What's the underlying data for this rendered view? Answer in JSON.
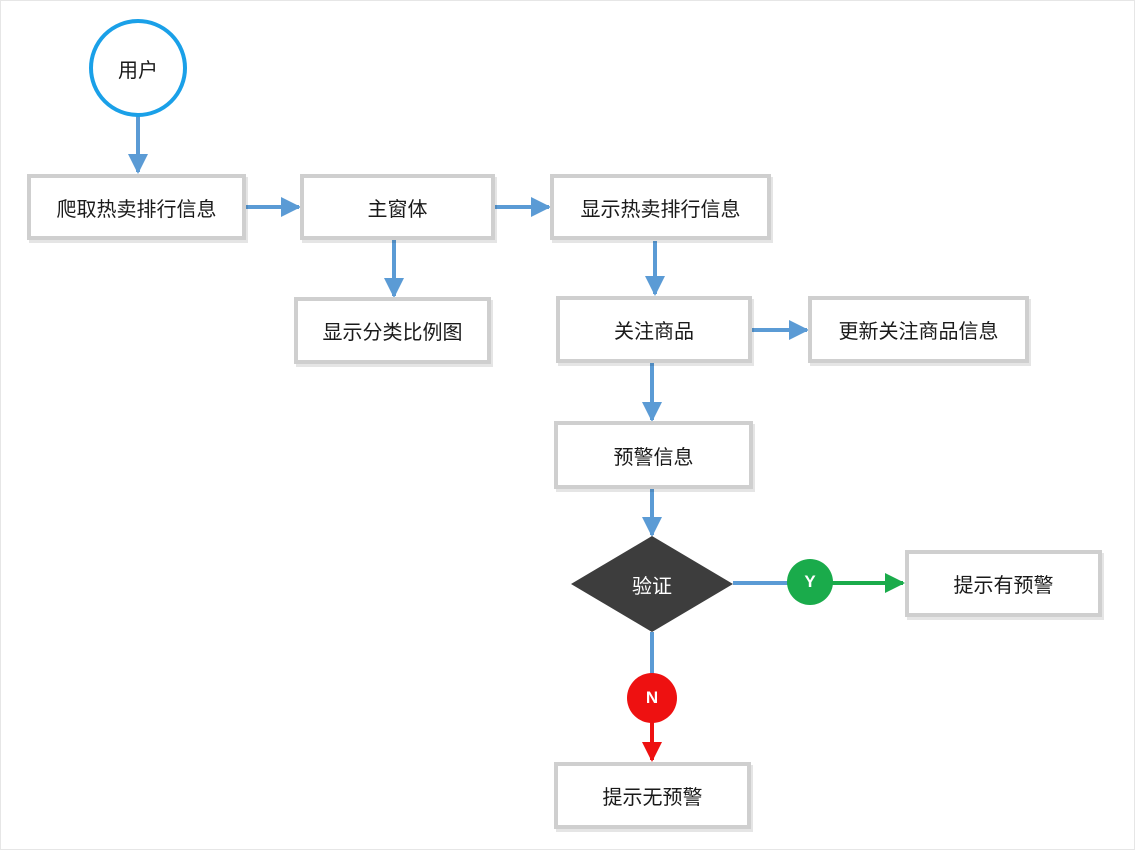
{
  "nodes": {
    "user": "用户",
    "crawl": "爬取热卖排行信息",
    "main_window": "主窗体",
    "show_hot": "显示热卖排行信息",
    "show_category": "显示分类比例图",
    "follow": "关注商品",
    "update_follow": "更新关注商品信息",
    "warning": "预警信息",
    "verify": "验证",
    "has_warning": "提示有预警",
    "no_warning": "提示无预警"
  },
  "badges": {
    "yes": "Y",
    "no": "N"
  },
  "colors": {
    "edge": "#5b9bd5",
    "yes": "#1aab4b",
    "no": "#ee1111",
    "diamond": "#3d3d3d",
    "start_border": "#1aa0e8",
    "box_border": "#cfcfcf"
  }
}
